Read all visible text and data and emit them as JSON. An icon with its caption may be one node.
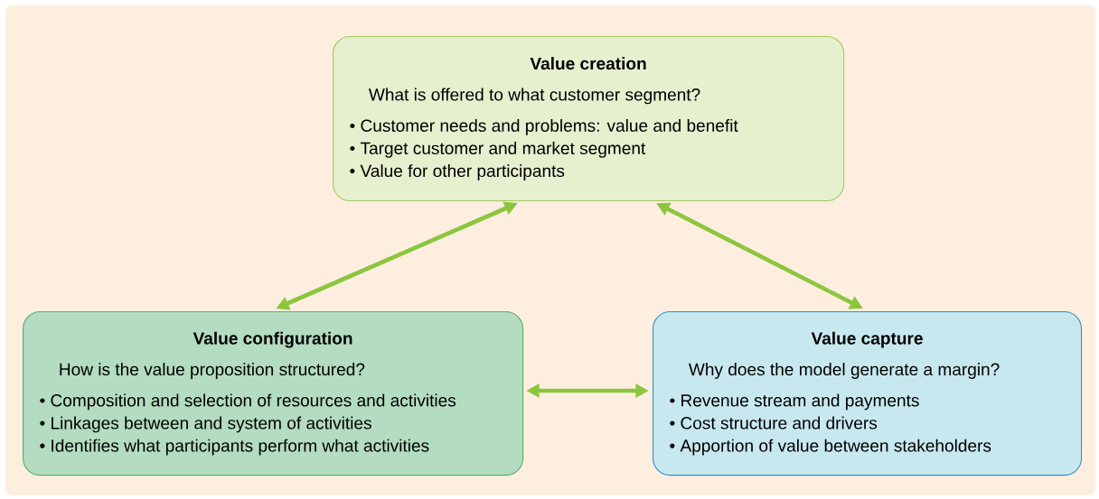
{
  "diagram": {
    "nodes": [
      {
        "text": [
          "Value creation",
          "What is offered to what customer segment?",
          "• Customer needs and problems: value and benefit",
          "• Target customer and market segment",
          "• Value for other participants"
        ]
      },
      {
        "text": [
          "Value configuration",
          "How is the value proposition structured?",
          "• Composition and selection of resources and activities",
          "• Linkages between and system of activities",
          "• Identifies what participants perform what activities"
        ]
      },
      {
        "text": [
          "Value capture",
          "Why does the model generate a margin?",
          "• Revenue stream and payments",
          "• Cost structure and drivers",
          "• Apportion of value between stakeholders"
        ]
      }
    ],
    "edges": [
      {
        "from": 0,
        "to": 1,
        "arrow": "both"
      },
      {
        "from": 0,
        "to": 2,
        "arrow": "both"
      },
      {
        "from": 1,
        "to": 2,
        "arrow": "both"
      }
    ]
  }
}
